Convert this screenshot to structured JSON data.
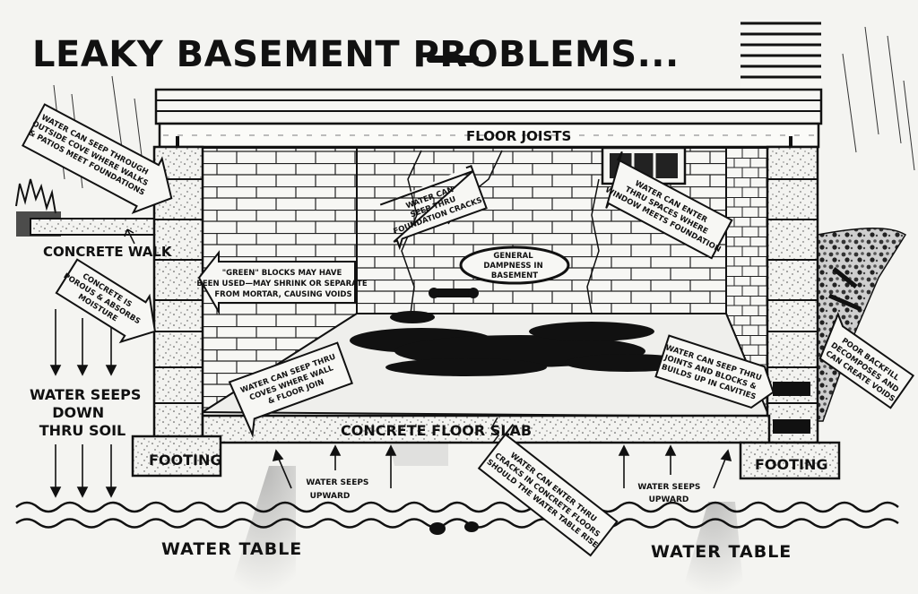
{
  "title": "LEAKY BASEMENT PROBLEMS...",
  "labels": {
    "floor_joists": "FLOOR JOISTS",
    "concrete_walk": "CONCRETE WALK",
    "concrete_floor_slab": "CONCRETE FLOOR SLAB",
    "footing_left": "FOOTING",
    "footing_right": "FOOTING",
    "water_table_left": "WATER TABLE",
    "water_table_right": "WATER TABLE",
    "water_seeps_down": [
      "WATER SEEPS",
      "DOWN",
      "THRU SOIL"
    ],
    "water_seeps_upward_left": [
      "WATER SEEPS",
      "UPWARD"
    ],
    "water_seeps_upward_right": [
      "WATER SEEPS",
      "UPWARD"
    ],
    "general_dampness": [
      "GENERAL",
      "DAMPNESS IN",
      "BASEMENT"
    ]
  },
  "callouts": {
    "outside_cove": [
      "WATER CAN SEEP THROUGH",
      "OUTSIDE COVE WHERE WALKS",
      "& PATIOS MEET FOUNDATIONS"
    ],
    "foundation_cracks": [
      "WATER CAN",
      "SEEP THRU",
      "FOUNDATION CRACKS"
    ],
    "window": [
      "WATER CAN ENTER",
      "THRU SPACES WHERE",
      "WINDOW MEETS FOUNDATION"
    ],
    "porous_concrete": [
      "CONCRETE IS",
      "POROUS & ABSORBS",
      "MOISTURE"
    ],
    "green_blocks": [
      "\"GREEN\" BLOCKS MAY HAVE",
      "BEEN USED—MAY SHRINK OR SEPARATE",
      "FROM MORTAR, CAUSING VOIDS"
    ],
    "coves": [
      "WATER CAN SEEP THRU",
      "COVES WHERE WALL",
      "& FLOOR JOIN"
    ],
    "joints_blocks": [
      "WATER CAN SEEP THRU",
      "JOINTS AND BLOCKS &",
      "BUILDS UP IN CAVITIES"
    ],
    "poor_backfill": [
      "POOR BACKFILL",
      "DECOMPOSES AND",
      "CAN CREATE VOIDS"
    ],
    "floor_cracks": [
      "WATER CAN ENTER THRU",
      "CRACKS IN CONCRETE FLOORS",
      "SHOULD THE WATER TABLE RISE"
    ]
  },
  "colors": {
    "ink": "#111111",
    "paper": "#f4f4f1",
    "shadow": "#9a9a9a"
  }
}
